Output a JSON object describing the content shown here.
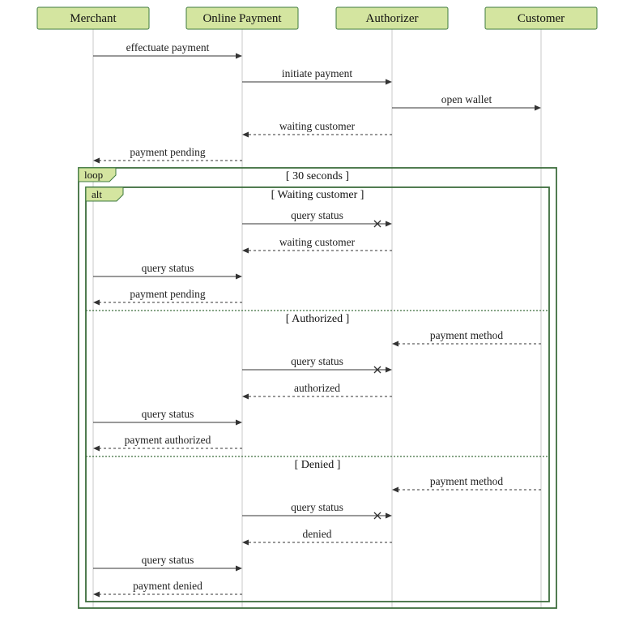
{
  "actors": [
    "Merchant",
    "Online Payment",
    "Authorizer",
    "Customer"
  ],
  "messages": [
    {
      "from": 0,
      "to": 1,
      "label": "effectuate payment",
      "style": "solid",
      "lost": false
    },
    {
      "from": 1,
      "to": 2,
      "label": "initiate payment",
      "style": "solid",
      "lost": false
    },
    {
      "from": 2,
      "to": 3,
      "label": "open wallet",
      "style": "solid",
      "lost": false
    },
    {
      "from": 2,
      "to": 1,
      "label": "waiting customer",
      "style": "dashed",
      "lost": false
    },
    {
      "from": 1,
      "to": 0,
      "label": "payment pending",
      "style": "dashed",
      "lost": false
    },
    {
      "from": 1,
      "to": 2,
      "label": "query status",
      "style": "solid",
      "lost": true
    },
    {
      "from": 2,
      "to": 1,
      "label": "waiting customer",
      "style": "dashed",
      "lost": false
    },
    {
      "from": 0,
      "to": 1,
      "label": "query status",
      "style": "solid",
      "lost": false
    },
    {
      "from": 1,
      "to": 0,
      "label": "payment pending",
      "style": "dashed",
      "lost": false
    },
    {
      "from": 3,
      "to": 2,
      "label": "payment method",
      "style": "dashed",
      "lost": false
    },
    {
      "from": 1,
      "to": 2,
      "label": "query status",
      "style": "solid",
      "lost": true
    },
    {
      "from": 2,
      "to": 1,
      "label": "authorized",
      "style": "dashed",
      "lost": false
    },
    {
      "from": 0,
      "to": 1,
      "label": "query status",
      "style": "solid",
      "lost": false
    },
    {
      "from": 1,
      "to": 0,
      "label": "payment authorized",
      "style": "dashed",
      "lost": false
    },
    {
      "from": 3,
      "to": 2,
      "label": "payment method",
      "style": "dashed",
      "lost": false
    },
    {
      "from": 1,
      "to": 2,
      "label": "query status",
      "style": "solid",
      "lost": true
    },
    {
      "from": 2,
      "to": 1,
      "label": "denied",
      "style": "dashed",
      "lost": false
    },
    {
      "from": 0,
      "to": 1,
      "label": "query status",
      "style": "solid",
      "lost": false
    },
    {
      "from": 1,
      "to": 0,
      "label": "payment denied",
      "style": "dashed",
      "lost": false
    }
  ],
  "loop_frame": {
    "tag": "loop",
    "guard": "[ 30 seconds ]"
  },
  "alt_frame": {
    "tag": "alt",
    "sections": [
      "[ Waiting customer ]",
      "[ Authorized ]",
      "[ Denied ]"
    ]
  }
}
